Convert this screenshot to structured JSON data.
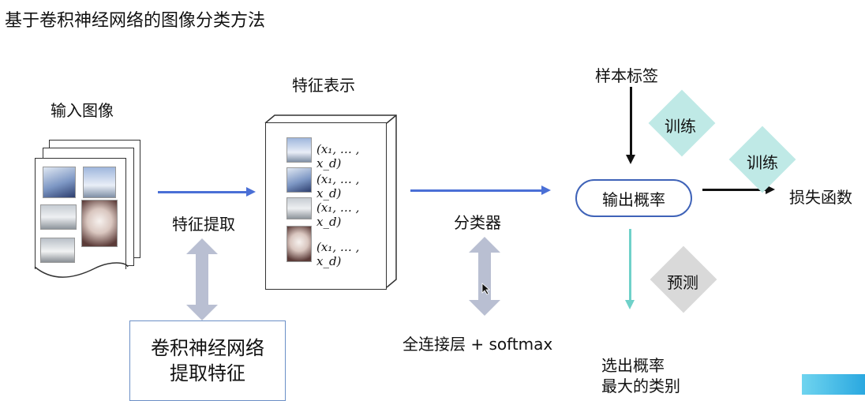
{
  "title": "基于卷积神经网络的图像分类方法",
  "input_label": "输入图像",
  "feature_repr_label": "特征表示",
  "feature_extract_label": "特征提取",
  "cnn_box": {
    "line1": "卷积神经网络",
    "line2": "提取特征"
  },
  "classifier_label": "分类器",
  "fc_softmax_label": "全连接层 + softmax",
  "sample_label": "样本标签",
  "output_prob_label": "输出概率",
  "train_label_1": "训练",
  "train_label_2": "训练",
  "loss_label": "损失函数",
  "predict_label": "预测",
  "select_label": {
    "line1": "选出概率",
    "line2": "最大的类别"
  },
  "feature_vector": "(x₁, … , x_d)",
  "colors": {
    "blue_arrow": "#4a6fd6",
    "gray_arrow": "#b9bfd2",
    "teal": "#6fd1c9",
    "diamond_teal": "#bfe9e6",
    "diamond_gray": "#d9d9d9"
  }
}
